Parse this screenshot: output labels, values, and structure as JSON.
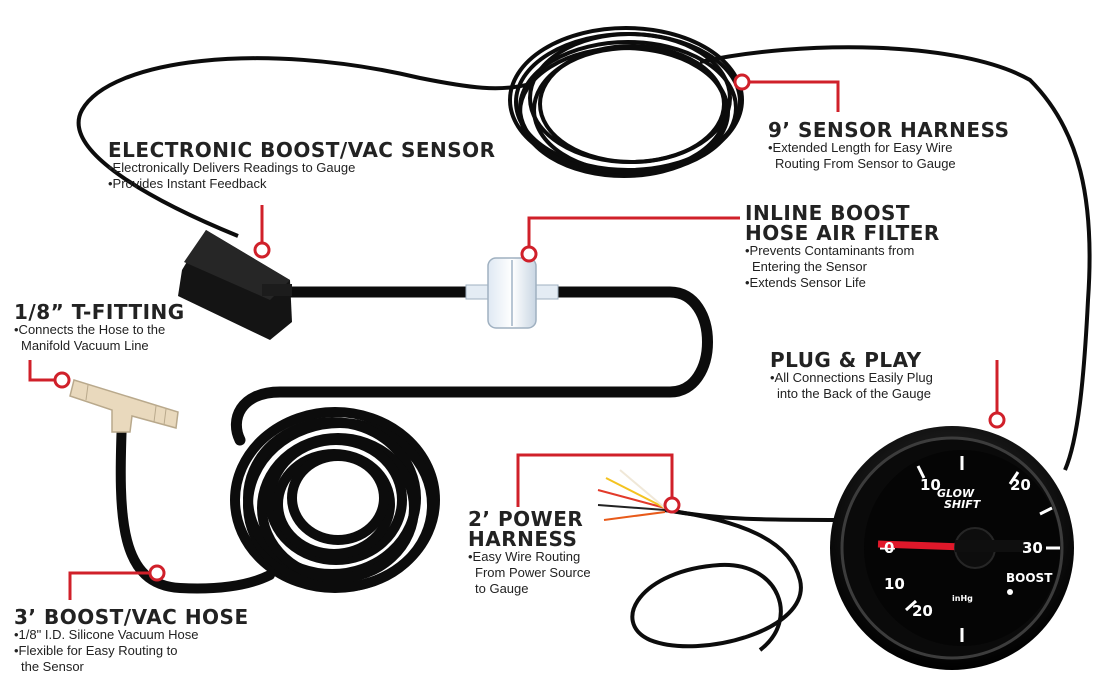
{
  "colors": {
    "accent_red": "#d0202a",
    "cable": "#0c0c0c",
    "fitting": "#e9d9bd",
    "dial_face": "#050505",
    "needle": "#e0182a"
  },
  "callouts": {
    "sensor": {
      "title": "ELECTRONIC BOOST/VAC SENSOR",
      "bullets": [
        "•Electronically Delivers Readings to Gauge",
        "•Provides Instant Feedback"
      ]
    },
    "sensor_harness": {
      "title": "9’ SENSOR HARNESS",
      "bullets": [
        "•Extended Length for Easy Wire",
        "Routing From Sensor to Gauge"
      ]
    },
    "air_filter": {
      "title_line1": "INLINE BOOST",
      "title_line2": "HOSE AIR FILTER",
      "bullets": [
        "•Prevents Contaminants from",
        "Entering the Sensor",
        "•Extends Sensor Life"
      ]
    },
    "t_fitting": {
      "title": "1/8” T-FITTING",
      "bullets": [
        "•Connects the Hose to the",
        "Manifold Vacuum Line"
      ]
    },
    "plug_play": {
      "title": "PLUG & PLAY",
      "bullets": [
        "•All Connections Easily Plug",
        "into the Back of the Gauge"
      ]
    },
    "power_harness": {
      "title_line1": "2’ POWER",
      "title_line2": "HARNESS",
      "bullets": [
        "•Easy Wire Routing",
        "From Power Source",
        "to Gauge"
      ]
    },
    "boost_hose": {
      "title": "3’ BOOST/VAC HOSE",
      "bullets": [
        "•1/8\" I.D. Silicone Vacuum Hose",
        "•Flexible for Easy Routing to",
        "the Sensor"
      ]
    }
  },
  "gauge": {
    "brand_line1": "GLOW",
    "brand_line2": "SHIFT",
    "label": "BOOST",
    "unit": "inHg",
    "scale_labels": [
      "10",
      "20",
      "30",
      "0",
      "10",
      "20"
    ]
  }
}
